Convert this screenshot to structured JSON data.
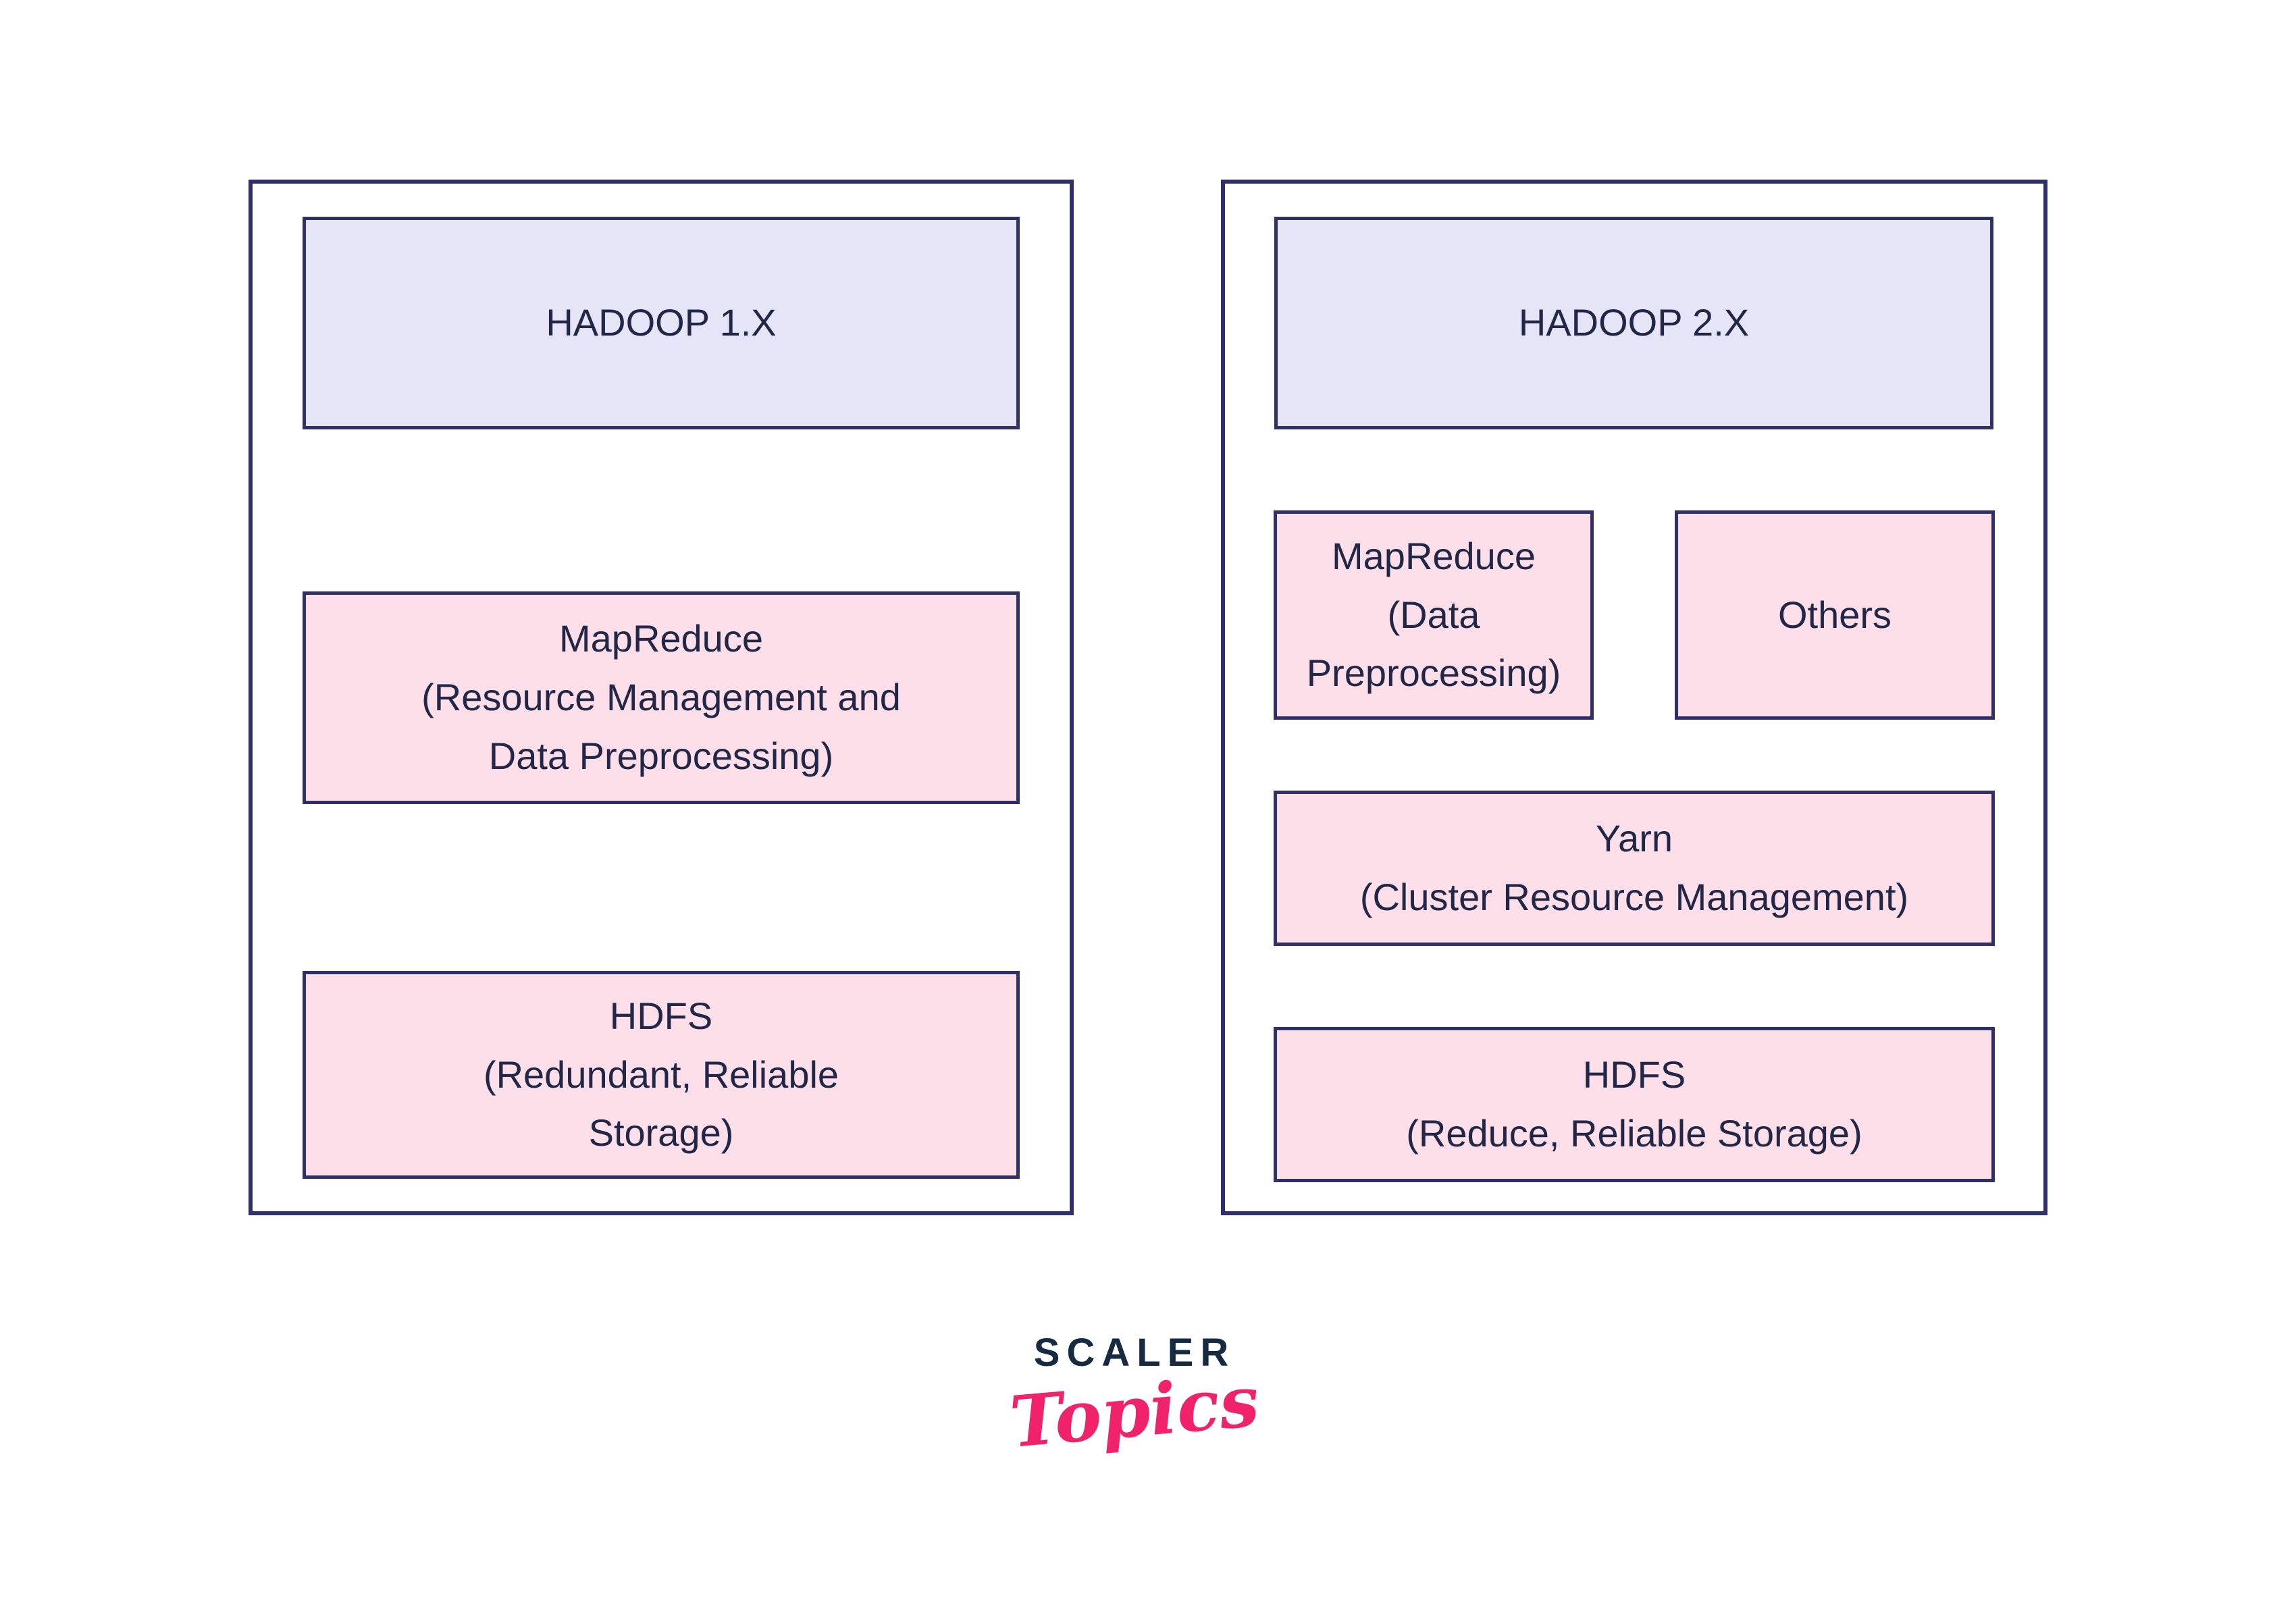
{
  "colors": {
    "background": "#ffffff",
    "panel_border": "#2f3166",
    "header_fill": "#e6e4f7",
    "component_fill": "#fcdfe8",
    "text": "#222647",
    "logo_brand": "#162a42",
    "logo_sub": "#f0226a"
  },
  "diagram": {
    "hadoop1": {
      "title": "HADOOP 1.X",
      "mapreduce": {
        "lines": [
          "MapReduce",
          "(Resource Management and",
          "Data Preprocessing)"
        ]
      },
      "hdfs": {
        "lines": [
          "HDFS",
          "(Redundant, Reliable",
          "Storage)"
        ]
      }
    },
    "hadoop2": {
      "title": "HADOOP 2.X",
      "mapreduce": {
        "lines": [
          "MapReduce",
          "(Data",
          "Preprocessing)"
        ]
      },
      "others": {
        "lines": [
          "Others"
        ]
      },
      "yarn": {
        "lines": [
          "Yarn",
          "(Cluster Resource Management)"
        ]
      },
      "hdfs": {
        "lines": [
          "HDFS",
          "(Reduce, Reliable Storage)"
        ]
      }
    },
    "logo": {
      "brand": "SCALER",
      "sub": "Topics"
    }
  }
}
